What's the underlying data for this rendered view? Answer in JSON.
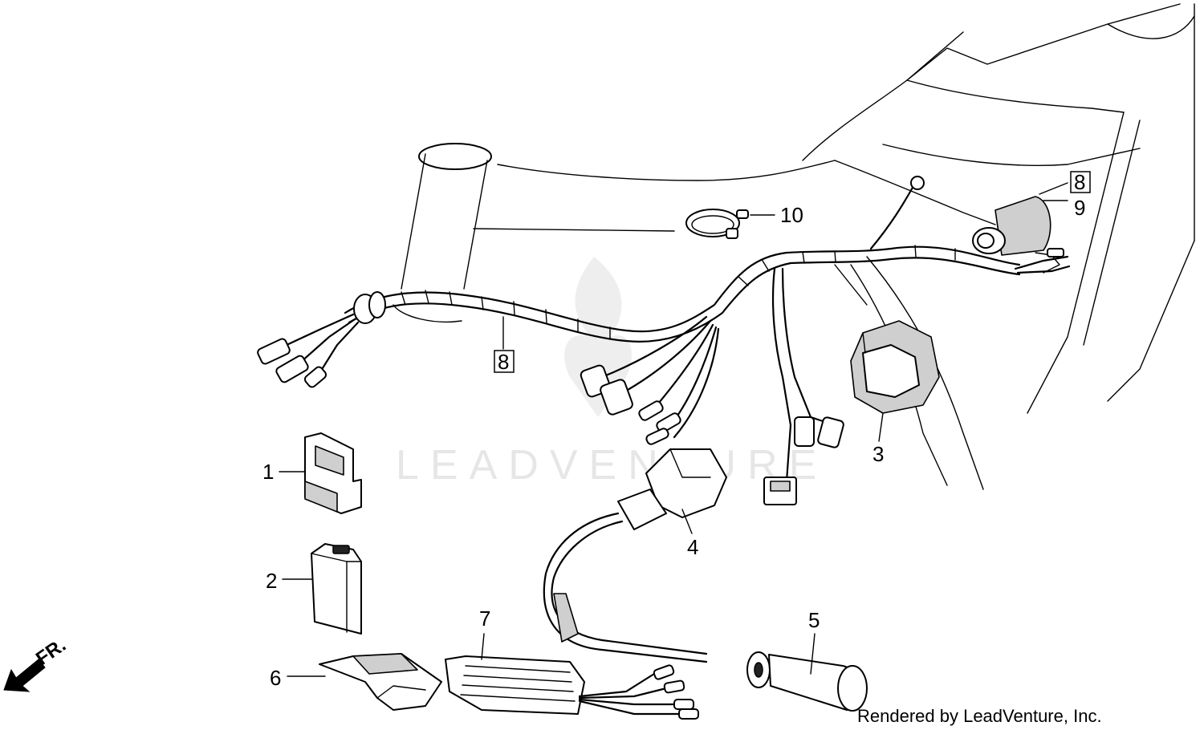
{
  "diagram": {
    "watermark": "LEADVENTURE",
    "credit": "Rendered by LeadVenture, Inc.",
    "direction_label": "FR.",
    "callouts": {
      "c1": "1",
      "c2": "2",
      "c3": "3",
      "c4": "4",
      "c5": "5",
      "c6": "6",
      "c7": "7",
      "c8_harness": "8",
      "c8_top": "8",
      "c9": "9",
      "c10": "10"
    }
  }
}
